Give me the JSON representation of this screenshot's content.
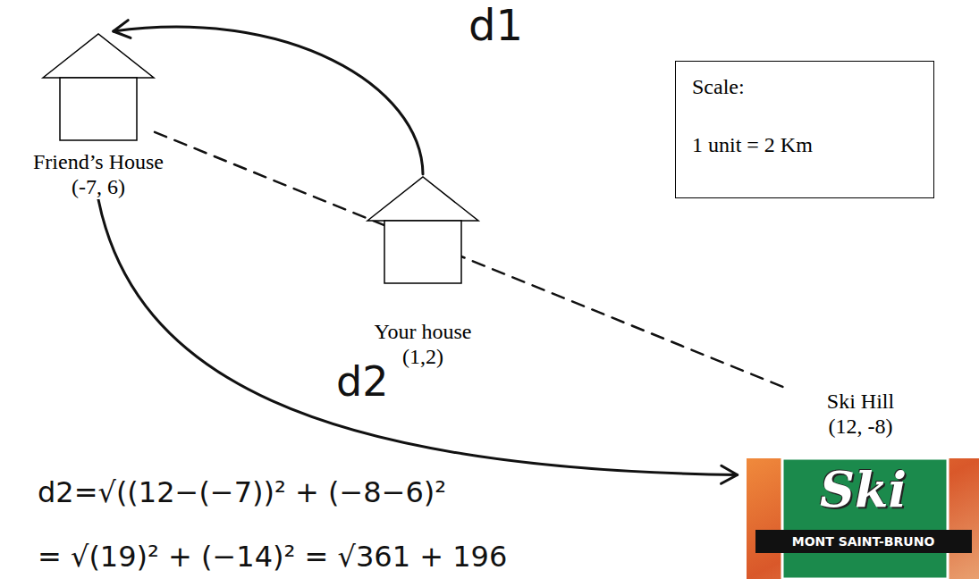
{
  "diagram": {
    "nodes": [
      {
        "text": [
          "Friend’s House",
          "(-7, 6)"
        ]
      },
      {
        "text": [
          "Scale:",
          "1 unit = 2 Km"
        ]
      },
      {
        "text": [
          "Your house",
          "(1,2)"
        ]
      },
      {
        "text": [
          "Ski Hill",
          "(12, -8)",
          "Ski",
          "MONT SAINT-BRUNO"
        ]
      }
    ],
    "edges": [
      {
        "from": 2,
        "to": 0,
        "arrow": "to",
        "label": "d1"
      },
      {
        "from": 0,
        "to": 3,
        "arrow": "to",
        "label": "d2"
      },
      {
        "from": 0,
        "to": 3,
        "arrow": "none"
      }
    ],
    "labels": [
      "d2=√((12−(−7))² + (−8−6)²",
      "= √(19)² + (−14)²  = √361 + 196"
    ]
  }
}
